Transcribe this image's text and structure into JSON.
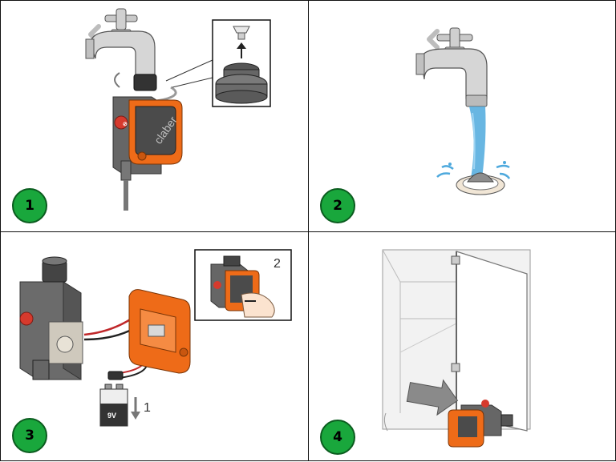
{
  "steps": [
    {
      "number": "1",
      "brand": "claber"
    },
    {
      "number": "2"
    },
    {
      "number": "3",
      "battery_label": "9V",
      "arrow_label": "1",
      "inset_label": "2"
    },
    {
      "number": "4"
    }
  ],
  "colors": {
    "badge_green": "#19a73c",
    "device_orange": "#ee6b18",
    "device_gray": "#5b5b5b",
    "water_blue": "#4ea9dd"
  }
}
